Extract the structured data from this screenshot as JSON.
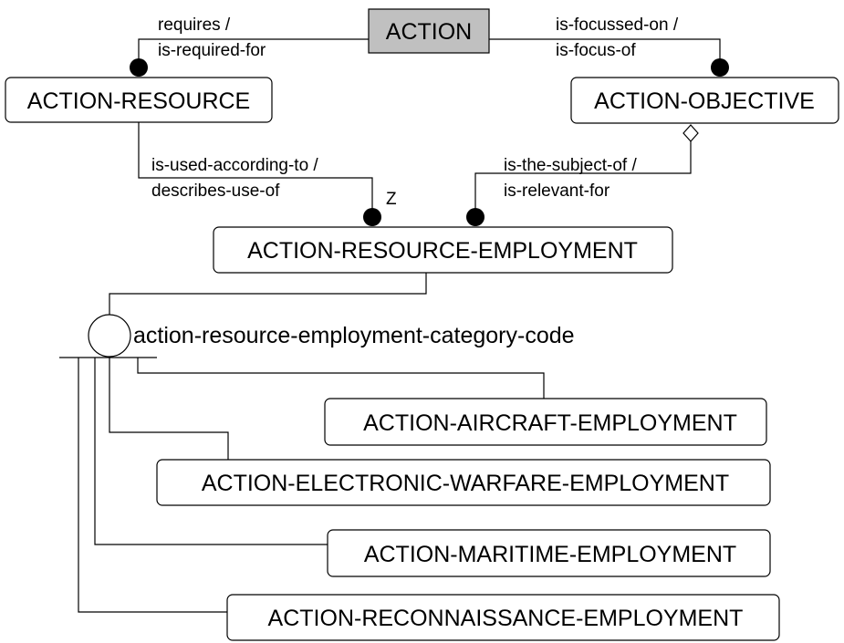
{
  "entities": {
    "action": "ACTION",
    "action_resource": "ACTION-RESOURCE",
    "action_objective": "ACTION-OBJECTIVE",
    "action_resource_employment": "ACTION-RESOURCE-EMPLOYMENT",
    "action_aircraft_employment": "ACTION-AIRCRAFT-EMPLOYMENT",
    "action_electronic_warfare_employment": "ACTION-ELECTRONIC-WARFARE-EMPLOYMENT",
    "action_maritime_employment": "ACTION-MARITIME-EMPLOYMENT",
    "action_reconnaissance_employment": "ACTION-RECONNAISSANCE-EMPLOYMENT"
  },
  "relationships": {
    "requires": "requires /",
    "is_required_for": "is-required-for",
    "is_focussed_on": "is-focussed-on /",
    "is_focus_of": "is-focus-of",
    "is_used_according_to": "is-used-according-to /",
    "describes_use_of": "describes-use-of",
    "is_the_subject_of": "is-the-subject-of /",
    "is_relevant_for": "is-relevant-for",
    "cardinality_z": "Z"
  },
  "category": {
    "discriminator": "action-resource-employment-category-code"
  },
  "colors": {
    "root_entity_fill": "#c0c0c0",
    "line": "#000000",
    "background": "#ffffff"
  }
}
